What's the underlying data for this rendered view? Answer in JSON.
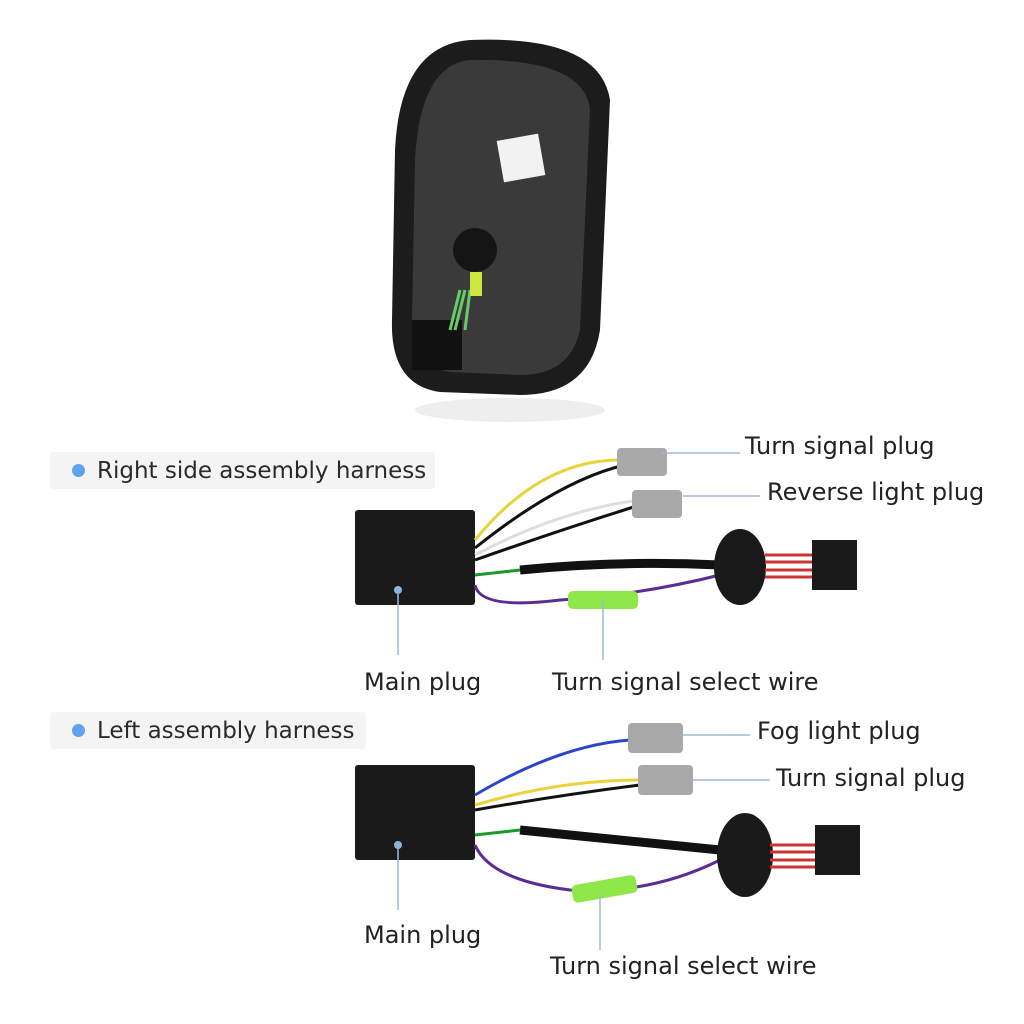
{
  "colors": {
    "accent_dot": "#5ea2f0",
    "pill_bg": "#f4f4f4",
    "leader_line": "#9db8d6"
  },
  "right_harness": {
    "title": "Right side assembly harness",
    "labels": {
      "turn_signal_plug": "Turn signal plug",
      "reverse_light_plug": "Reverse light plug",
      "main_plug": "Main plug",
      "turn_signal_select_wire": "Turn signal select wire"
    }
  },
  "left_harness": {
    "title": "Left assembly harness",
    "labels": {
      "fog_light_plug": "Fog light plug",
      "turn_signal_plug": "Turn signal plug",
      "main_plug": "Main plug",
      "turn_signal_select_wire": "Turn signal select wire"
    }
  }
}
